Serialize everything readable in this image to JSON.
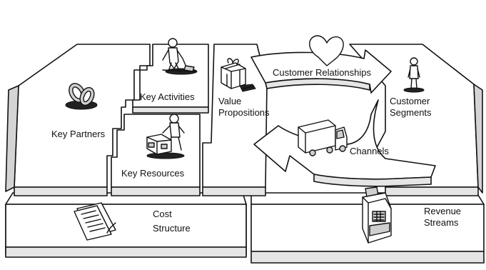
{
  "canvas": {
    "key_partners": "Key Partners",
    "key_activities": "Key Activities",
    "key_resources": "Key Resources",
    "value_propositions_line1": "Value",
    "value_propositions_line2": "Propositions",
    "customer_relationships": "Customer Relationships",
    "channels": "Channels",
    "customer_segments_line1": "Customer",
    "customer_segments_line2": "Segments",
    "cost_structure_line1": "Cost",
    "cost_structure_line2": "Structure",
    "revenue_streams_line1": "Revenue",
    "revenue_streams_line2": "Streams"
  },
  "icons": {
    "partners": "linked-rings-icon",
    "activities": "worker-icon",
    "resources": "person-with-boxes-icon",
    "value": "gift-package-icon",
    "relationships": "heart-icon",
    "channels": "delivery-truck-icon",
    "segments": "standing-person-icon",
    "cost": "invoice-paper-icon",
    "revenue": "cash-register-icon"
  },
  "colors": {
    "outline": "#111111",
    "surface": "#ffffff",
    "side": "#e5e5e5"
  }
}
